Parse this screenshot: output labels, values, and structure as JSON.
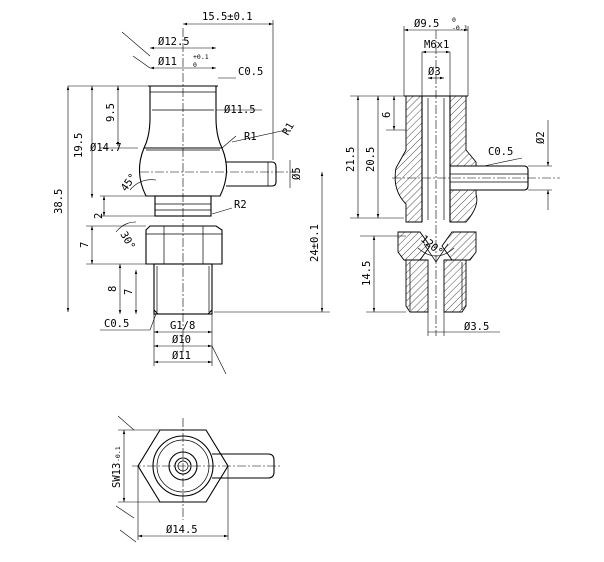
{
  "front_view": {
    "dims": {
      "len_15_5": "15.5±0.1",
      "dia_12_5": "Ø12.5",
      "dia_11_tol_main": "Ø11",
      "dia_11_tol_up": "+0.1",
      "dia_11_tol_low": "0",
      "chamfer_top": "C0.5",
      "dia_11_5": "Ø11.5",
      "len_9_5": "9.5",
      "len_19_5": "19.5",
      "dia_14_7": "Ø14.7",
      "r1_a": "R1",
      "r1_b": "R1",
      "dia_5": "Ø5",
      "len_38_5": "38.5",
      "ang_45": "45°",
      "len_2": "2",
      "r2": "R2",
      "ang_30": "30°",
      "len_7_a": "7",
      "len_24": "24±0.1",
      "len_8": "8",
      "len_7_b": "7",
      "chamfer_bot": "C0.5",
      "thread_g": "G1/8",
      "dia_10": "Ø10",
      "dia_11": "Ø11"
    }
  },
  "section_view": {
    "dims": {
      "dia_9_5_main": "Ø9.5",
      "dia_9_5_up": "0",
      "dia_9_5_low": "-0.1",
      "thread_m6": "M6x1",
      "dia_3": "Ø3",
      "len_6": "6",
      "len_21_5": "21.5",
      "len_20_5": "20.5",
      "chamfer": "C0.5",
      "dia_2": "Ø2",
      "ang_120": "120°",
      "len_14_5": "14.5",
      "dia_3_5": "Ø3.5"
    }
  },
  "top_view": {
    "dims": {
      "sw_main": "SW13",
      "sw_tol": "-0.1",
      "dia_14_5": "Ø14.5"
    }
  }
}
